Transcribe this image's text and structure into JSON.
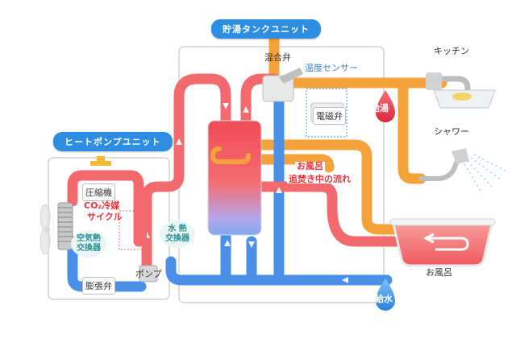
{
  "titles": {
    "tank_unit": "貯湯タンクユニット",
    "heat_pump_unit": "ヒートポンプユニット"
  },
  "components": {
    "mixing_valve": "混合弁",
    "temp_sensor": "温度センサー",
    "solenoid_valve": "電磁弁",
    "compressor": "圧縮機",
    "co2_refrigerant_cycle_line1": "CO₂冷媒",
    "co2_refrigerant_cycle_line2": "サイクル",
    "air_heat_exchanger_line1": "空気熱",
    "air_heat_exchanger_line2": "交換器",
    "expansion_valve": "膨張弁",
    "pump": "ポンプ",
    "water_heat_exchanger_line1": "水 熱",
    "water_heat_exchanger_line2": "交換器",
    "kitchen": "キッチン",
    "shower": "シャワー",
    "bath": "お風呂"
  },
  "flows": {
    "hot_water_supply": "給湯",
    "water_supply": "給水",
    "bath_reheat_line1": "お風呂",
    "bath_reheat_line2": "追焚き中の流れ"
  },
  "colors": {
    "hot_pipe": "#f26a6e",
    "cold_pipe": "#4a90e8",
    "bath_pipe": "#f6a23a",
    "title_pill": "#2d8de0",
    "teal_text": "#2a8f94",
    "label_red": "#e8333a"
  }
}
